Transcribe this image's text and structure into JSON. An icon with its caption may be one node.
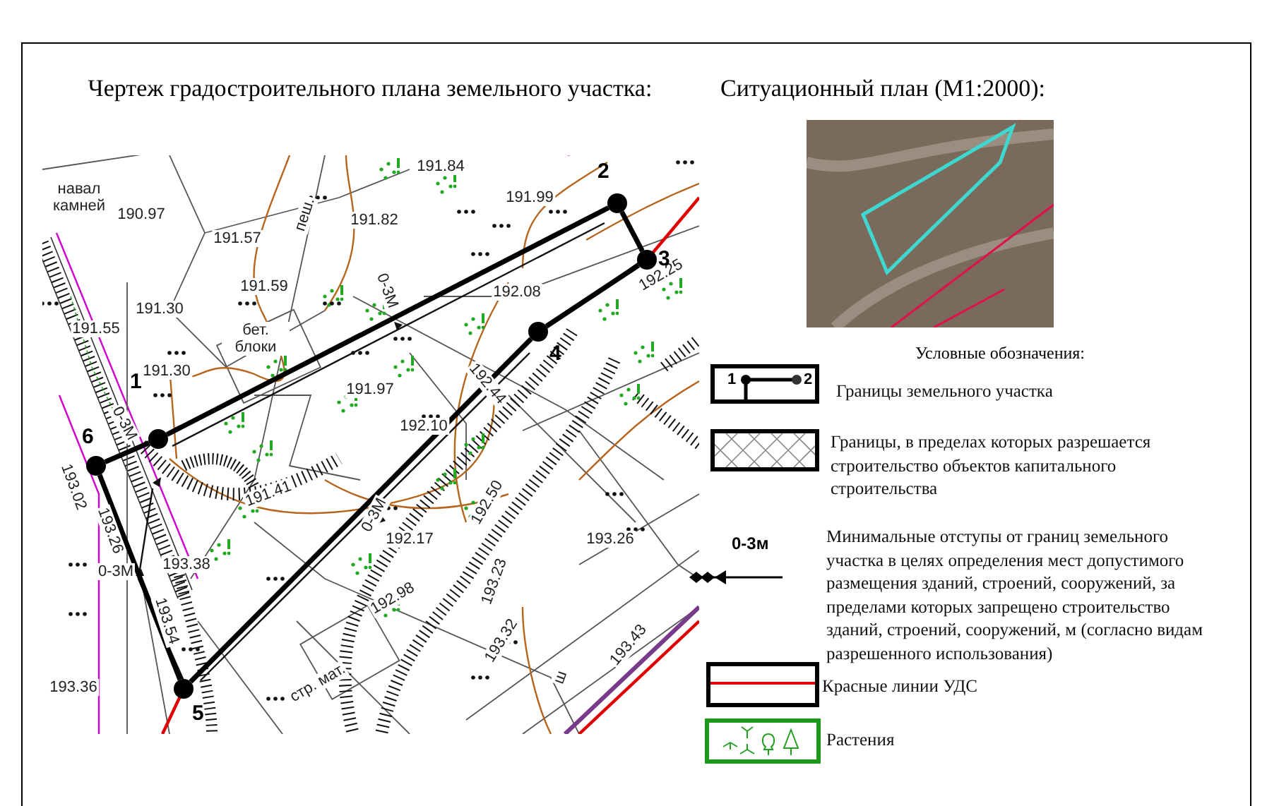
{
  "diagram": {
    "title": "Чертеж градостроительного плана земельного участка:",
    "nodes": [
      {
        "text": [
          "1"
        ]
      },
      {
        "text": [
          "2"
        ]
      },
      {
        "text": [
          "3"
        ]
      },
      {
        "text": [
          "4"
        ]
      },
      {
        "text": [
          "5"
        ]
      },
      {
        "text": [
          "6"
        ]
      }
    ],
    "edges": [
      {
        "from": 0,
        "to": 1,
        "arrow": "none"
      },
      {
        "from": 1,
        "to": 2,
        "arrow": "none"
      },
      {
        "from": 2,
        "to": 3,
        "arrow": "none"
      },
      {
        "from": 3,
        "to": 4,
        "arrow": "none"
      },
      {
        "from": 4,
        "to": 5,
        "arrow": "none"
      },
      {
        "from": 5,
        "to": 0,
        "arrow": "none"
      }
    ],
    "labels": [
      "Ситуационный план (М1:2000):",
      "Условные обозначения:",
      "1",
      "2",
      "0-3м",
      "навал камней",
      "190.97",
      "191.84",
      "191.82",
      "191.99",
      "191.57",
      "пеш.",
      "191.59",
      "191.30",
      "191.55",
      "191.30",
      "бет. блоки",
      "192.08",
      "192.25",
      "192.44",
      "191.97",
      "192.10",
      "0-3М",
      "0-3М",
      "0-3М",
      "0-3М",
      "191.41",
      "193.02",
      "193.26",
      "193.38",
      "193.54",
      "192.17",
      "192.50",
      "192.98",
      "193.23",
      "193.26",
      "193.32",
      "193.43",
      "стр. мат.",
      "193.36",
      "ш"
    ],
    "legend": [
      {
        "text": "Границы земельного участка"
      },
      {
        "text": "Границы, в пределах которых разрешается строительство объектов капитального строительства"
      },
      {
        "text": "Минимальные отступы от границ земельного участка в целях определения мест допустимого размещения зданий, строений, сооружений, за пределами которых запрещено строительство зданий, строений, сооружений, м (согласно видам разрешенного использования)"
      },
      {
        "text": "Красные линии УДС"
      },
      {
        "text": "Растения"
      }
    ]
  }
}
